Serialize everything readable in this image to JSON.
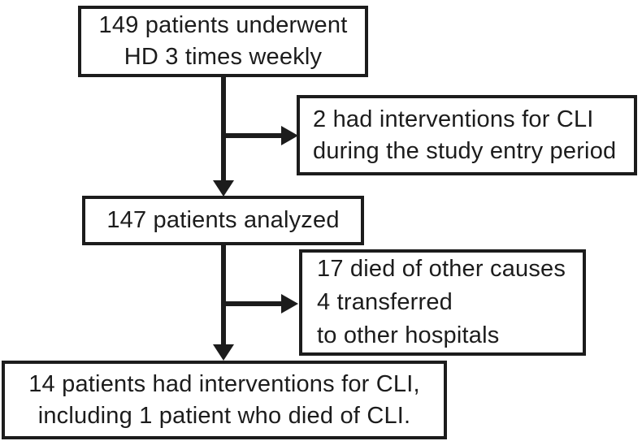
{
  "colors": {
    "ink": "#1c1c1c",
    "background": "#ffffff"
  },
  "flow": {
    "boxes": [
      {
        "id": "hd-patients",
        "lines": [
          "149 patients underwent",
          "HD 3 times weekly"
        ]
      },
      {
        "id": "cli-interventions-entry",
        "lines": [
          "2 had interventions for CLI",
          "during the study entry period"
        ]
      },
      {
        "id": "patients-analyzed",
        "lines": [
          "147 patients analyzed"
        ]
      },
      {
        "id": "other-causes",
        "lines": [
          "17 died of other causes",
          "4 transferred",
          "to other hospitals"
        ]
      },
      {
        "id": "cli-interventions-final",
        "lines": [
          "14 patients had interventions for CLI,",
          "including 1 patient who died of CLI."
        ]
      }
    ]
  }
}
